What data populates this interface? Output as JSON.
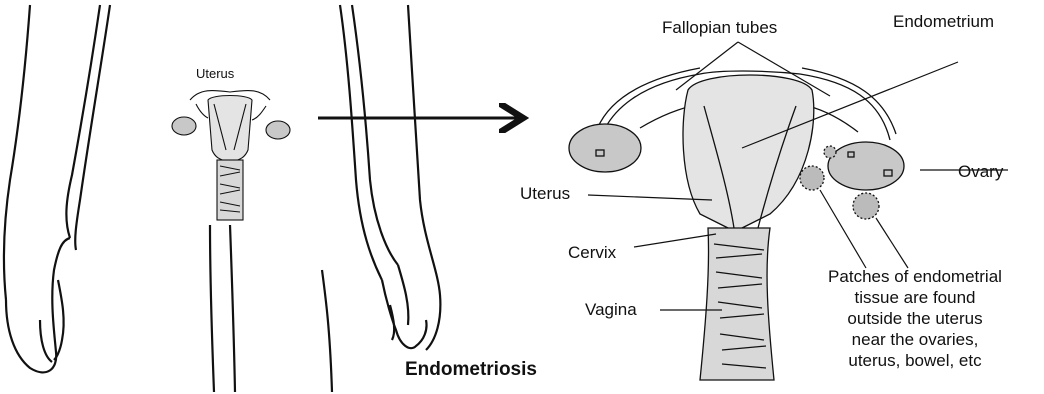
{
  "figure": {
    "title": "Endometriosis",
    "small_uterus_label": "Uterus",
    "labels": {
      "fallopian_tubes": "Fallopian tubes",
      "endometrium": "Endometrium",
      "ovary": "Ovary",
      "uterus": "Uterus",
      "cervix": "Cervix",
      "vagina": "Vagina"
    },
    "note_lines": [
      "Patches of endometrial",
      "tissue are found",
      "outside the uterus",
      "near the ovaries,",
      "uterus, bowel, etc"
    ]
  },
  "colors": {
    "line": "#111111",
    "tissue": "#e4e4e4",
    "ovary": "#c8c8c8",
    "background": "#ffffff"
  }
}
